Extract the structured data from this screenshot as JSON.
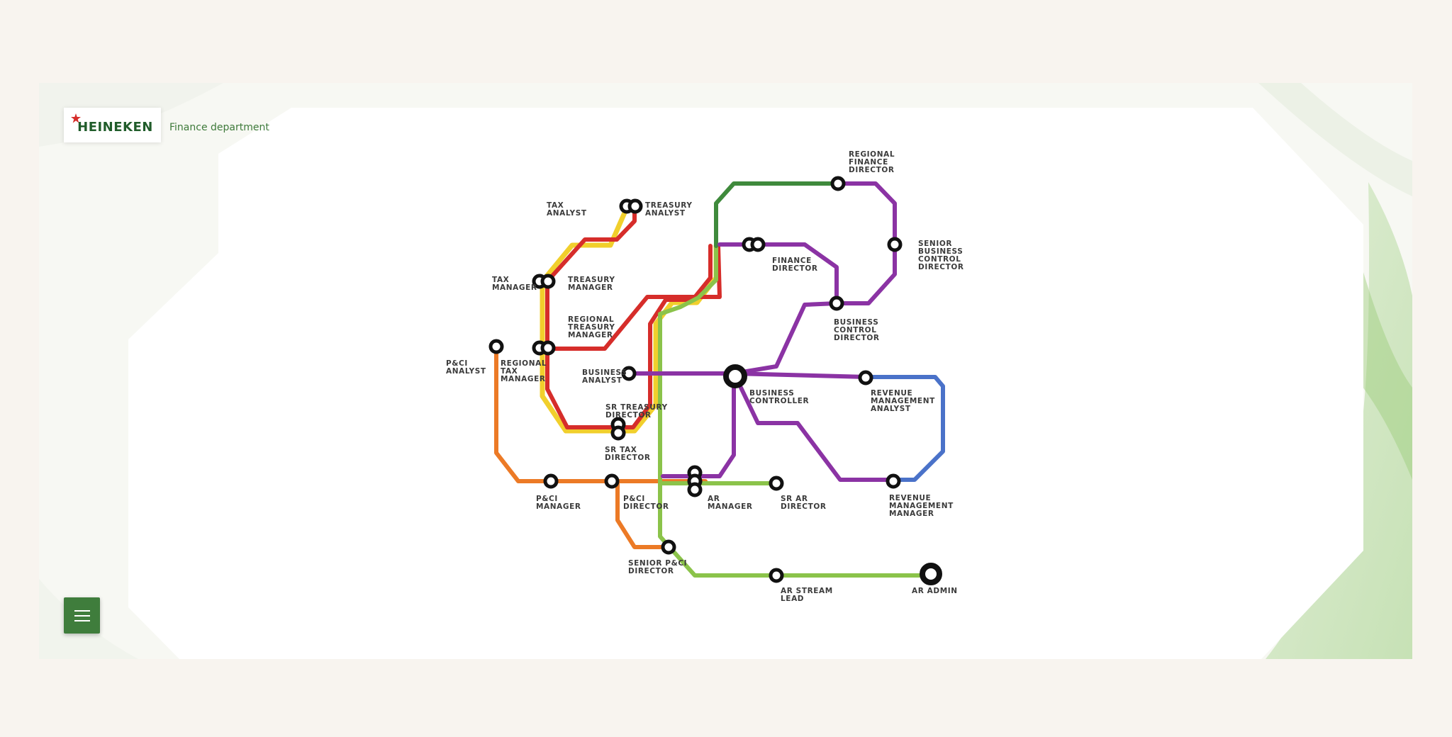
{
  "brand": {
    "logo_text": "HEINEKEN",
    "department": "Finance department"
  },
  "menu": {
    "icon": "hamburger-menu-icon"
  },
  "colors": {
    "page_background": "#f8f4ef",
    "brand_green": "#3f7d3c",
    "line_red": "#d62d2a",
    "line_yellow": "#f1cf2c",
    "line_orange": "#ec7a26",
    "line_light_green": "#8bc34a",
    "line_dark_green": "#3f8a3c",
    "line_purple": "#8b33a4",
    "line_blue": "#4a72c9",
    "station": "#111111"
  },
  "stations": {
    "tax_analyst": "TAX\nANALYST",
    "treasury_analyst": "TREASURY\nANALYST",
    "tax_manager": "TAX\nMANAGER",
    "treasury_manager": "TREASURY\nMANAGER",
    "regional_treasury_manager": "REGIONAL\nTREASURY\nMANAGER",
    "pci_analyst": "P&CI\nANALYST",
    "regional_tax_manager": "REGIONAL\nTAX\nMANAGER",
    "business_analyst": "BUSINESS\nANALYST",
    "sr_treasury_director": "SR TREASURY\nDIRECTOR",
    "sr_tax_director": "SR TAX\nDIRECTOR",
    "pci_manager": "P&CI\nMANAGER",
    "pci_director": "P&CI\nDIRECTOR",
    "senior_pci_director": "SENIOR P&CI\nDIRECTOR",
    "ar_manager": "AR\nMANAGER",
    "sr_ar_director": "SR AR\nDIRECTOR",
    "ar_stream_lead": "AR STREAM\nLEAD",
    "ar_admin": "AR ADMIN",
    "business_controller": "BUSINESS\nCONTROLLER",
    "finance_director": "FINANCE\nDIRECTOR",
    "regional_finance_director": "REGIONAL\nFINANCE\nDIRECTOR",
    "senior_business_control_director": "SENIOR\nBUSINESS\nCONTROL\nDIRECTOR",
    "business_control_director": "BUSINESS\nCONTROL\nDIRECTOR",
    "revenue_management_analyst": "REVENUE\nMANAGEMENT\nANALYST",
    "revenue_management_manager": "REVENUE\nMANAGEMENT\nMANAGER"
  }
}
